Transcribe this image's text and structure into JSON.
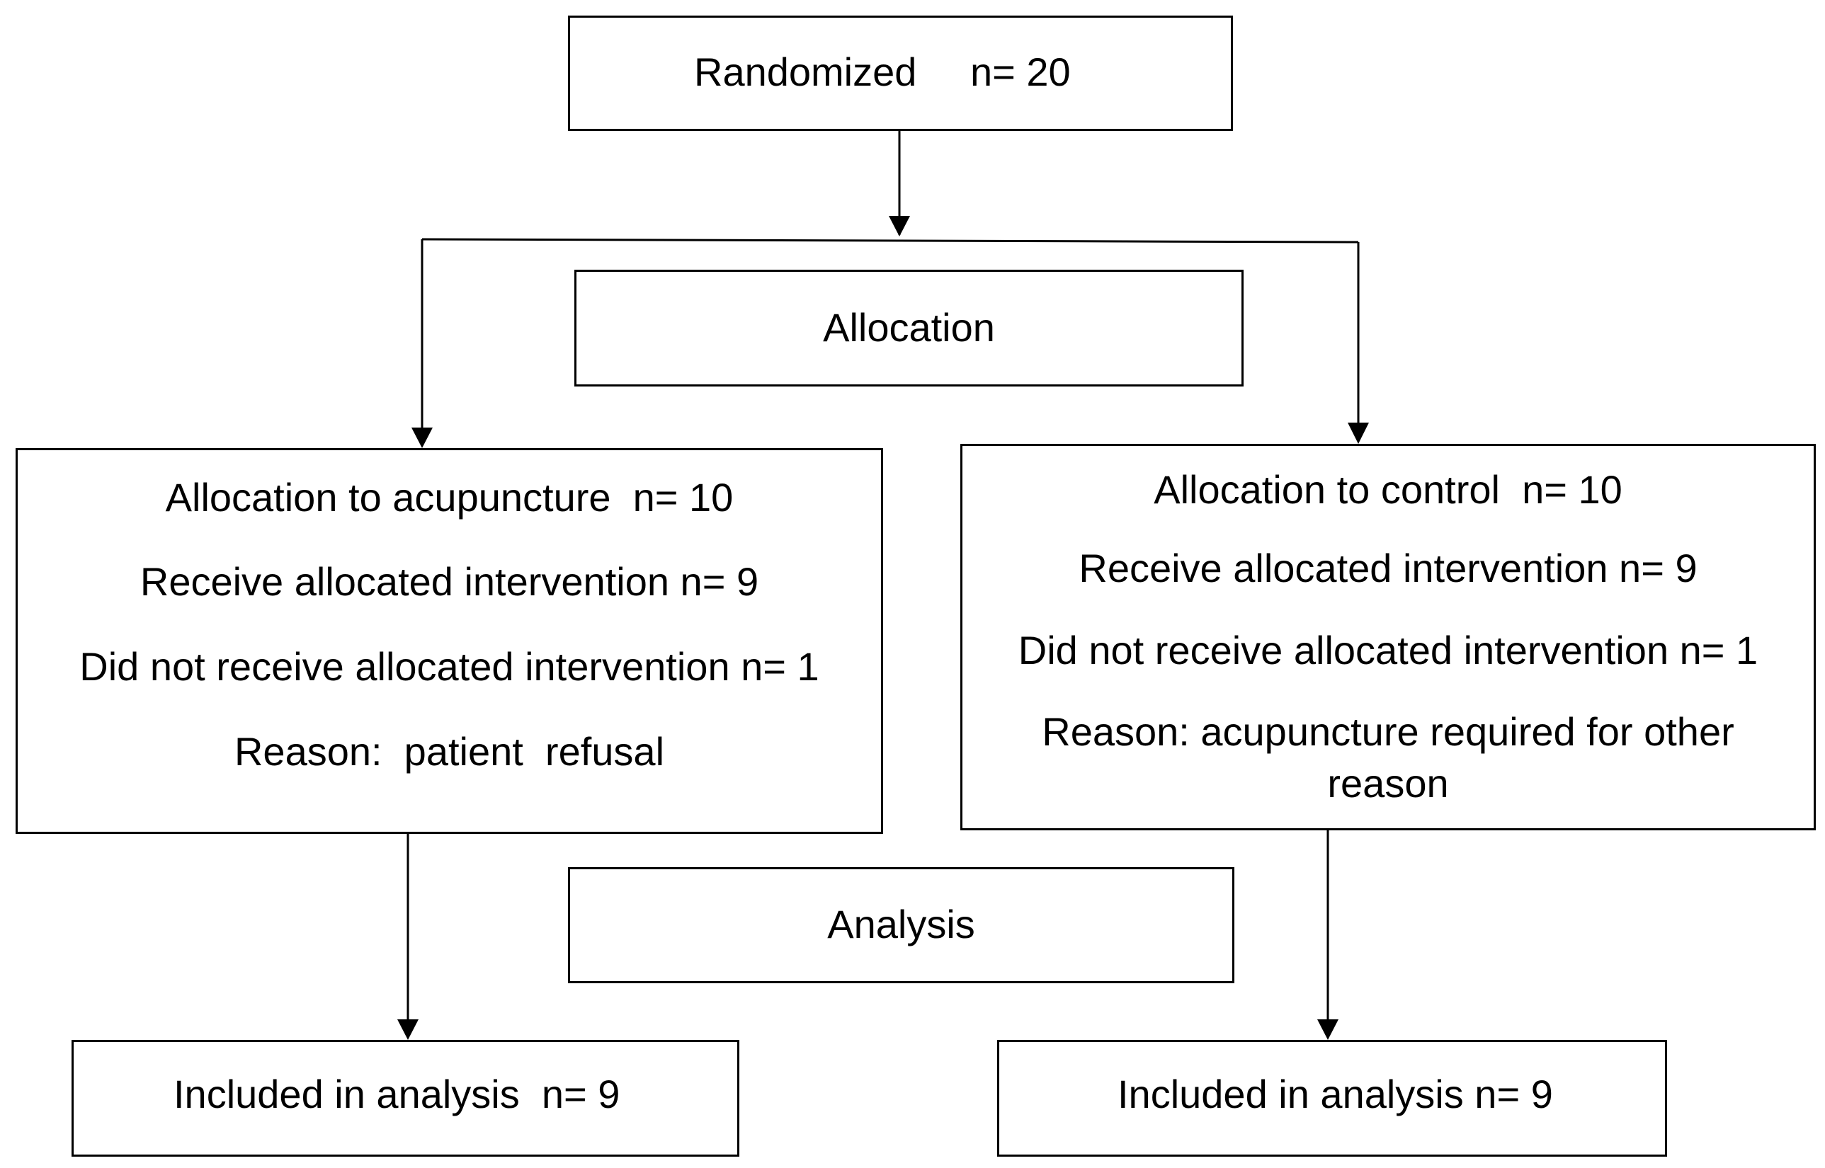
{
  "randomized": {
    "label": "Randomized",
    "count": "n= 20"
  },
  "allocation_stage": "Allocation",
  "acupuncture_arm": {
    "line1": "Allocation to acupuncture  n= 10",
    "line2": "Receive allocated intervention n= 9",
    "line3": "Did not receive allocated intervention n= 1",
    "line4": "Reason:  patient  refusal"
  },
  "control_arm": {
    "line1": "Allocation to control  n= 10",
    "line2": "Receive allocated intervention n= 9",
    "line3": "Did not receive allocated intervention n= 1",
    "line4": "Reason: acupuncture required for other",
    "line5": "reason"
  },
  "analysis_stage": "Analysis",
  "acupuncture_analysis": "Included in analysis  n= 9",
  "control_analysis": "Included in analysis n= 9"
}
